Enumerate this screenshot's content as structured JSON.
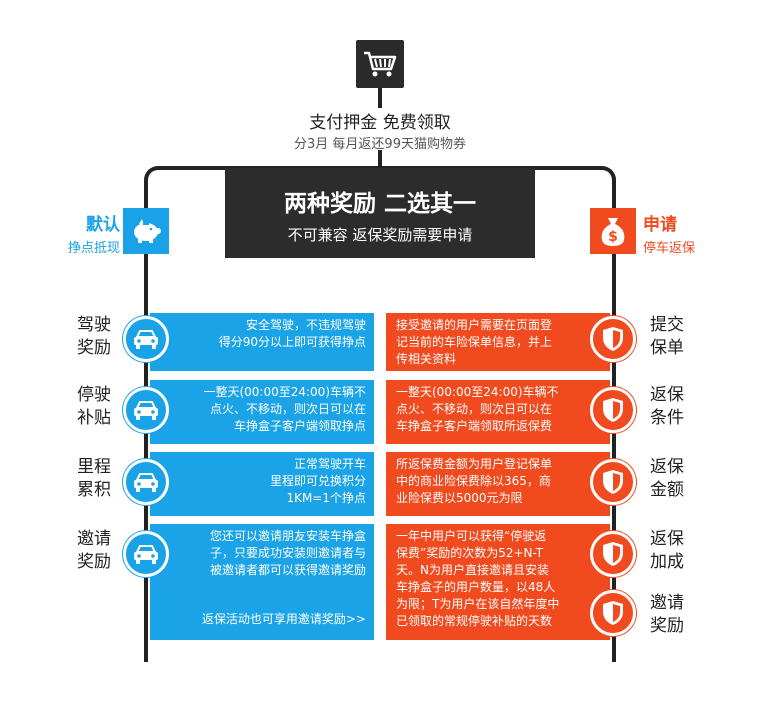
{
  "top": {
    "title": "支付押金 免费领取",
    "subtitle": "分3月  每月返还99天猫购物券"
  },
  "banner": {
    "title": "两种奖励 二选其一",
    "subtitle": "不可兼容 返保奖励需要申请"
  },
  "left_header": {
    "title": "默认",
    "subtitle": "挣点抵现"
  },
  "right_header": {
    "title": "申请",
    "subtitle": "停车返保"
  },
  "left_rows": [
    {
      "label_1": "驾驶",
      "label_2": "奖励",
      "lines": [
        "安全驾驶，不违规驾驶",
        "得分90分以上即可获得挣点"
      ]
    },
    {
      "label_1": "停驶",
      "label_2": "补贴",
      "lines": [
        "一整天(00:00至24:00)车辆不",
        "点火、不移动，则次日可以在",
        "车挣盒子客户端领取挣点"
      ]
    },
    {
      "label_1": "里程",
      "label_2": "累积",
      "lines": [
        "正常驾驶开车",
        "里程即可兑换积分",
        "1KM=1个挣点"
      ]
    },
    {
      "label_1": "邀请",
      "label_2": "奖励",
      "lines": [
        "您还可以邀请朋友安装车挣盒",
        "子，只要成功安装则邀请者与",
        "被邀请者都可以获得邀请奖励"
      ],
      "footer": "返保活动也可享用邀请奖励>>"
    }
  ],
  "right_rows": [
    {
      "lines": [
        "接受邀请的用户需要在页面登",
        "记当前的车险保单信息，并上",
        "传相关资料"
      ]
    },
    {
      "lines": [
        "一整天(00:00至24:00)车辆不",
        "点火、不移动，则次日可以在",
        "车挣盒子客户端领取所返保费"
      ]
    },
    {
      "lines": [
        "所返保费金额为用户登记保单",
        "中的商业险保费除以365，商",
        "业险保费以5000元为限"
      ]
    },
    {
      "lines": [
        "一年中用户可以获得“停驶返",
        "保费”奖励的次数为52+N-T",
        "天。N为用户直接邀请且安装",
        "车挣盒子的用户数量，以48人",
        "为限；T为用户在该自然年度中",
        "已领取的常规停驶补贴的天数"
      ]
    }
  ],
  "right_labels": [
    {
      "label_1": "提交",
      "label_2": "保单"
    },
    {
      "label_1": "返保",
      "label_2": "条件"
    },
    {
      "label_1": "返保",
      "label_2": "金额"
    },
    {
      "label_1": "返保",
      "label_2": "加成"
    },
    {
      "label_1": "邀请",
      "label_2": "奖励"
    }
  ],
  "colors": {
    "blue": "#1aa2e8",
    "orange": "#f04a1e",
    "dark": "#2c2c2c"
  }
}
